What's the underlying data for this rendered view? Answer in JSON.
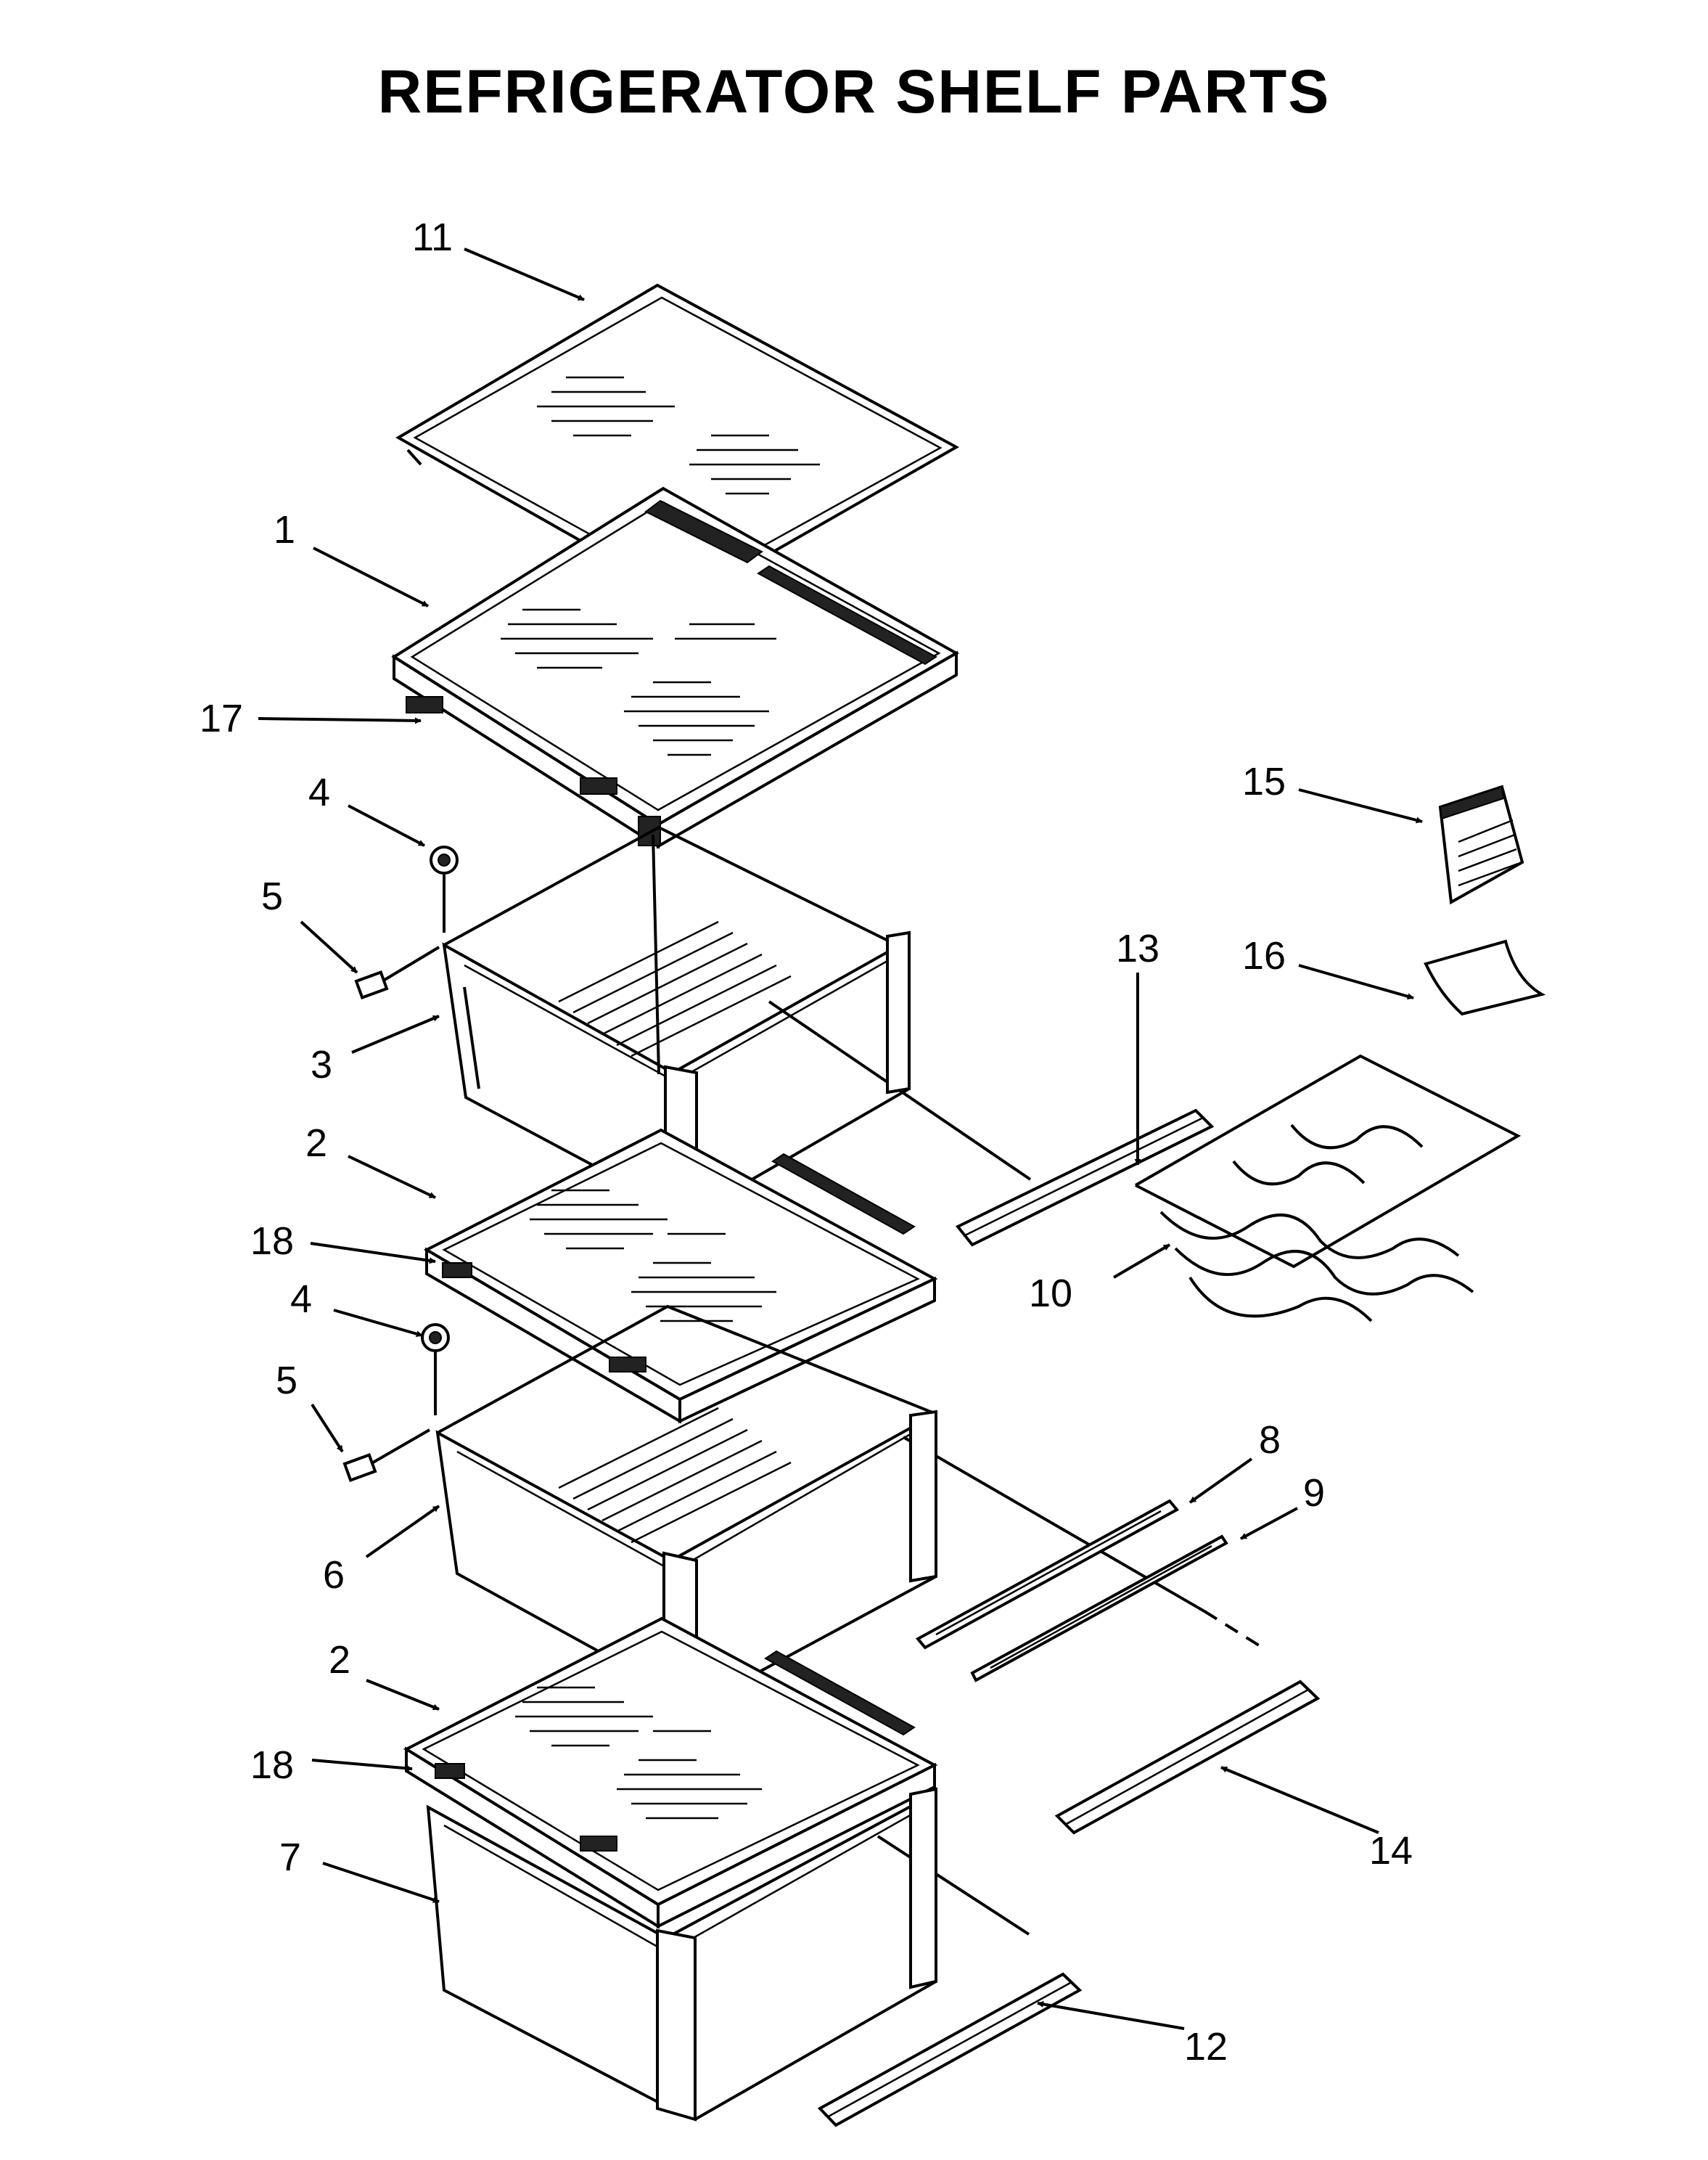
{
  "title": "REFRIGERATOR SHELF PARTS",
  "callouts": [
    {
      "id": "c11",
      "text": "11"
    },
    {
      "id": "c1",
      "text": "1"
    },
    {
      "id": "c17",
      "text": "17"
    },
    {
      "id": "c4a",
      "text": "4"
    },
    {
      "id": "c5a",
      "text": "5"
    },
    {
      "id": "c3",
      "text": "3"
    },
    {
      "id": "c2a",
      "text": "2"
    },
    {
      "id": "c18a",
      "text": "18"
    },
    {
      "id": "c4b",
      "text": "4"
    },
    {
      "id": "c5b",
      "text": "5"
    },
    {
      "id": "c6",
      "text": "6"
    },
    {
      "id": "c2b",
      "text": "2"
    },
    {
      "id": "c18b",
      "text": "18"
    },
    {
      "id": "c7",
      "text": "7"
    },
    {
      "id": "c15",
      "text": "15"
    },
    {
      "id": "c16",
      "text": "16"
    },
    {
      "id": "c13",
      "text": "13"
    },
    {
      "id": "c10",
      "text": "10"
    },
    {
      "id": "c8",
      "text": "8"
    },
    {
      "id": "c9",
      "text": "9"
    },
    {
      "id": "c14",
      "text": "14"
    },
    {
      "id": "c12",
      "text": "12"
    }
  ]
}
